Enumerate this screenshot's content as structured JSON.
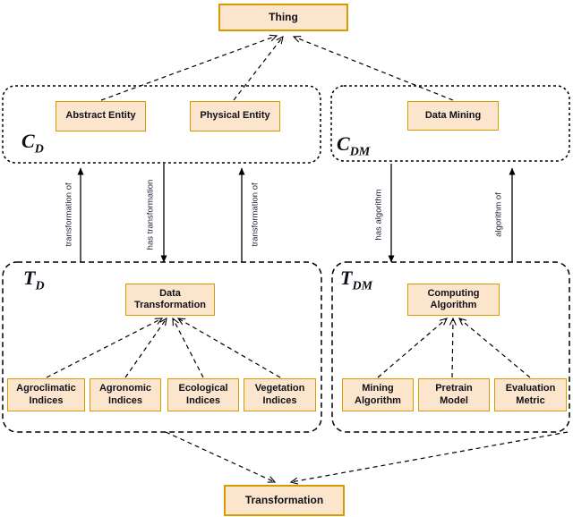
{
  "diagram_title": "ontology class and transformation diagram",
  "colors": {
    "node_fill": "#FCE5CD",
    "node_border": "#D79B00",
    "line": "#000000",
    "background": "#ffffff"
  },
  "nodes": {
    "thing": {
      "label": "Thing"
    },
    "abstract_entity": {
      "label": "Abstract Entity"
    },
    "physical_entity": {
      "label": "Physical Entity"
    },
    "data_mining": {
      "label": "Data Mining"
    },
    "data_transformation": {
      "label": "Data\nTransformation"
    },
    "computing_algorithm": {
      "label": "Computing\nAlgorithm"
    },
    "agroclimatic_indices": {
      "label": "Agroclimatic\nIndices"
    },
    "agronomic_indices": {
      "label": "Agronomic\nIndices"
    },
    "ecological_indices": {
      "label": "Ecological\nIndices"
    },
    "vegetation_indices": {
      "label": "Vegetation\nIndices"
    },
    "mining_algorithm": {
      "label": "Mining\nAlgorithm"
    },
    "pretrain_model": {
      "label": "Pretrain\nModel"
    },
    "evaluation_metric": {
      "label": "Evaluation\nMetric"
    },
    "transformation": {
      "label": "Transformation"
    }
  },
  "groups": {
    "cd": {
      "symbol": "C",
      "subscript": "D"
    },
    "cdm": {
      "symbol": "C",
      "subscript": "DM"
    },
    "td": {
      "symbol": "T",
      "subscript": "D"
    },
    "tdm": {
      "symbol": "T",
      "subscript": "DM"
    }
  },
  "edge_labels": {
    "transformation_of_left": "transformation of",
    "has_transformation": "has transformation",
    "transformation_of_right": "transformation of",
    "has_algorithm": "has algorithm",
    "algorithm_of": "algorithm of"
  }
}
